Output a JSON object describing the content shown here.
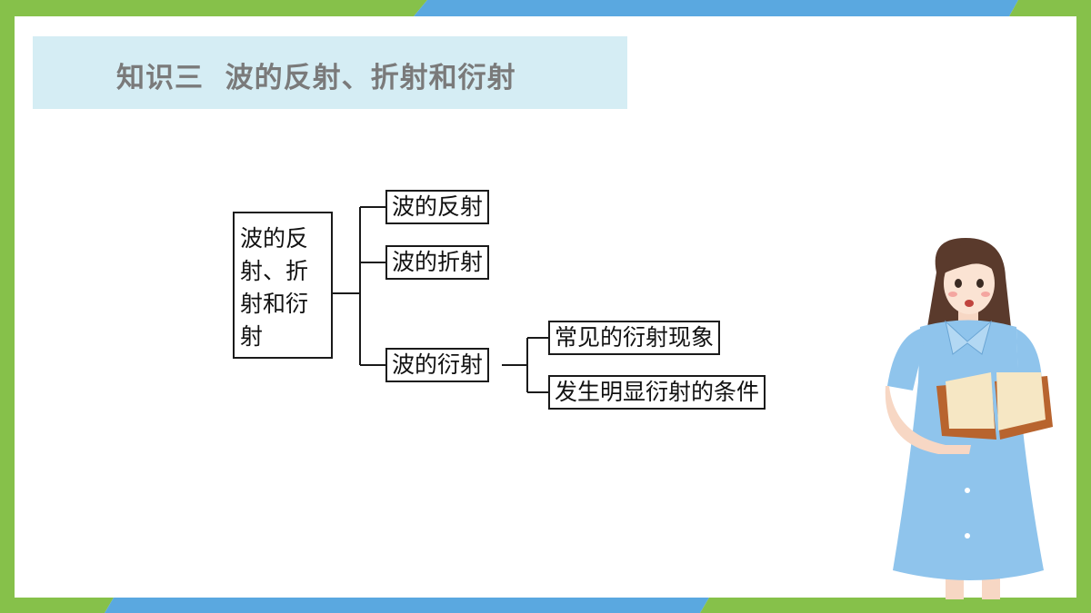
{
  "title": "知识三  波的反射、折射和衍射",
  "colors": {
    "green": "#86c14a",
    "blue": "#5aa8e0",
    "title_bg": "#d5edf4",
    "title_text": "#7a7a7a",
    "dress": "#8fc4ec",
    "hair": "#5a3a2c",
    "book": "#b8642e"
  },
  "diagram": {
    "root": {
      "lines": [
        "波的反",
        "射、折",
        "射和衍",
        "射"
      ]
    },
    "branches": [
      {
        "label": "波的反射"
      },
      {
        "label": "波的折射"
      },
      {
        "label": "波的衍射",
        "children": [
          {
            "label": "常见的衍射现象"
          },
          {
            "label": "发生明显衍射的条件"
          }
        ]
      }
    ]
  },
  "illustration": "girl-reading-book"
}
